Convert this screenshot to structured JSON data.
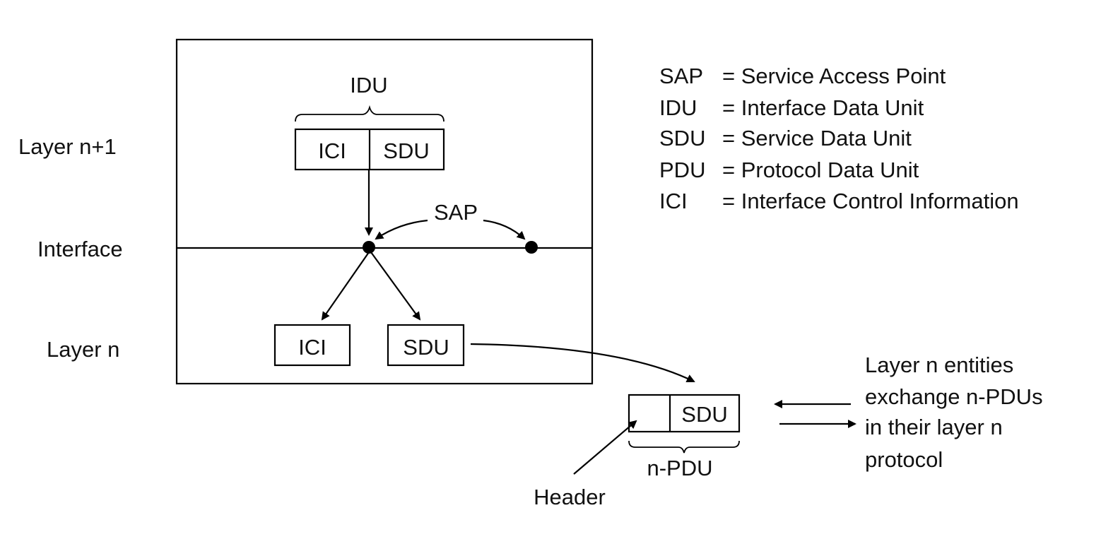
{
  "layers": {
    "upper": "Layer n+1",
    "interface": "Interface",
    "lower": "Layer n"
  },
  "idu": {
    "label": "IDU",
    "ici": "ICI",
    "sdu": "SDU"
  },
  "sap_label": "SAP",
  "layer_n_boxes": {
    "ici": "ICI",
    "sdu": "SDU"
  },
  "npdu": {
    "sdu": "SDU",
    "label": "n-PDU",
    "header_label": "Header"
  },
  "legend": [
    {
      "abbr": "SAP",
      "def": "= Service Access Point"
    },
    {
      "abbr": "IDU",
      "def": "= Interface Data Unit"
    },
    {
      "abbr": "SDU",
      "def": "= Service Data Unit"
    },
    {
      "abbr": "PDU",
      "def": "= Protocol Data Unit"
    },
    {
      "abbr": "ICI",
      "def": "= Interface Control Information"
    }
  ],
  "exchange_note": [
    "Layer n entities",
    "exchange n-PDUs",
    "in their layer n",
    "protocol"
  ]
}
